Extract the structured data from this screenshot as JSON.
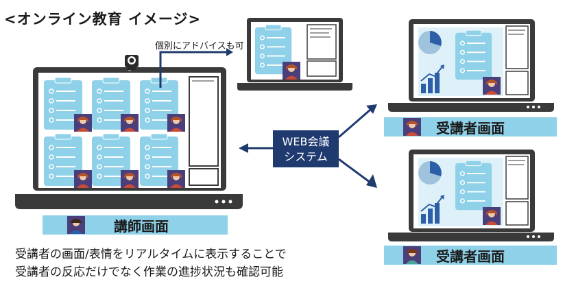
{
  "title": "<オンライン教育 イメージ>",
  "advice_label": "個別にアドバイスも可",
  "web_conf": {
    "line1": "WEB会議",
    "line2": "システム"
  },
  "instructor_label": "講師画面",
  "student_label_top": "受講者画面",
  "student_label_bottom": "受講者画面",
  "description": {
    "line1": "受講者の画面/表情をリアルタイムに表示することで",
    "line2": "受講者の反応だけでなく作業の進捗状況も確認可能"
  },
  "colors": {
    "laptop": "#3a3a3a",
    "screen_bg": "#ffffff",
    "clipboard": "#8fd1e8",
    "label_bar": "#8fd1e8",
    "web_box": "#1f3a6e",
    "avatar_bg": "#4a3f7a",
    "arrow": "#1f3a6e"
  }
}
